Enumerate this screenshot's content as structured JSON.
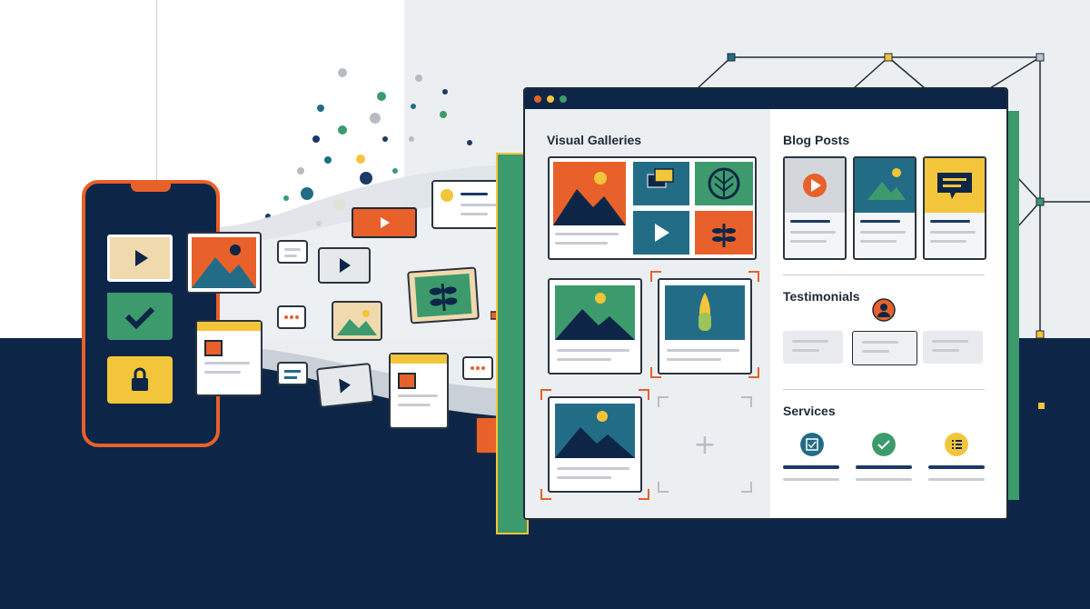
{
  "window": {
    "sections": {
      "visual_galleries": "Visual Galleries",
      "blog_posts": "Blog Posts",
      "testimonials": "Testimonials",
      "services": "Services"
    },
    "add_glyph": "+"
  },
  "icons": {
    "play": "play-icon",
    "check": "check-icon",
    "lock": "lock-icon",
    "chat": "chat-icon",
    "leaf": "leaf-icon",
    "image": "image-icon",
    "avatar": "avatar-icon",
    "list": "list-icon"
  },
  "colors": {
    "navy": "#0d2647",
    "orange": "#e8612a",
    "green": "#3d9a6c",
    "teal": "#236c86",
    "yellow": "#f3c53a",
    "light": "#eceff1"
  }
}
